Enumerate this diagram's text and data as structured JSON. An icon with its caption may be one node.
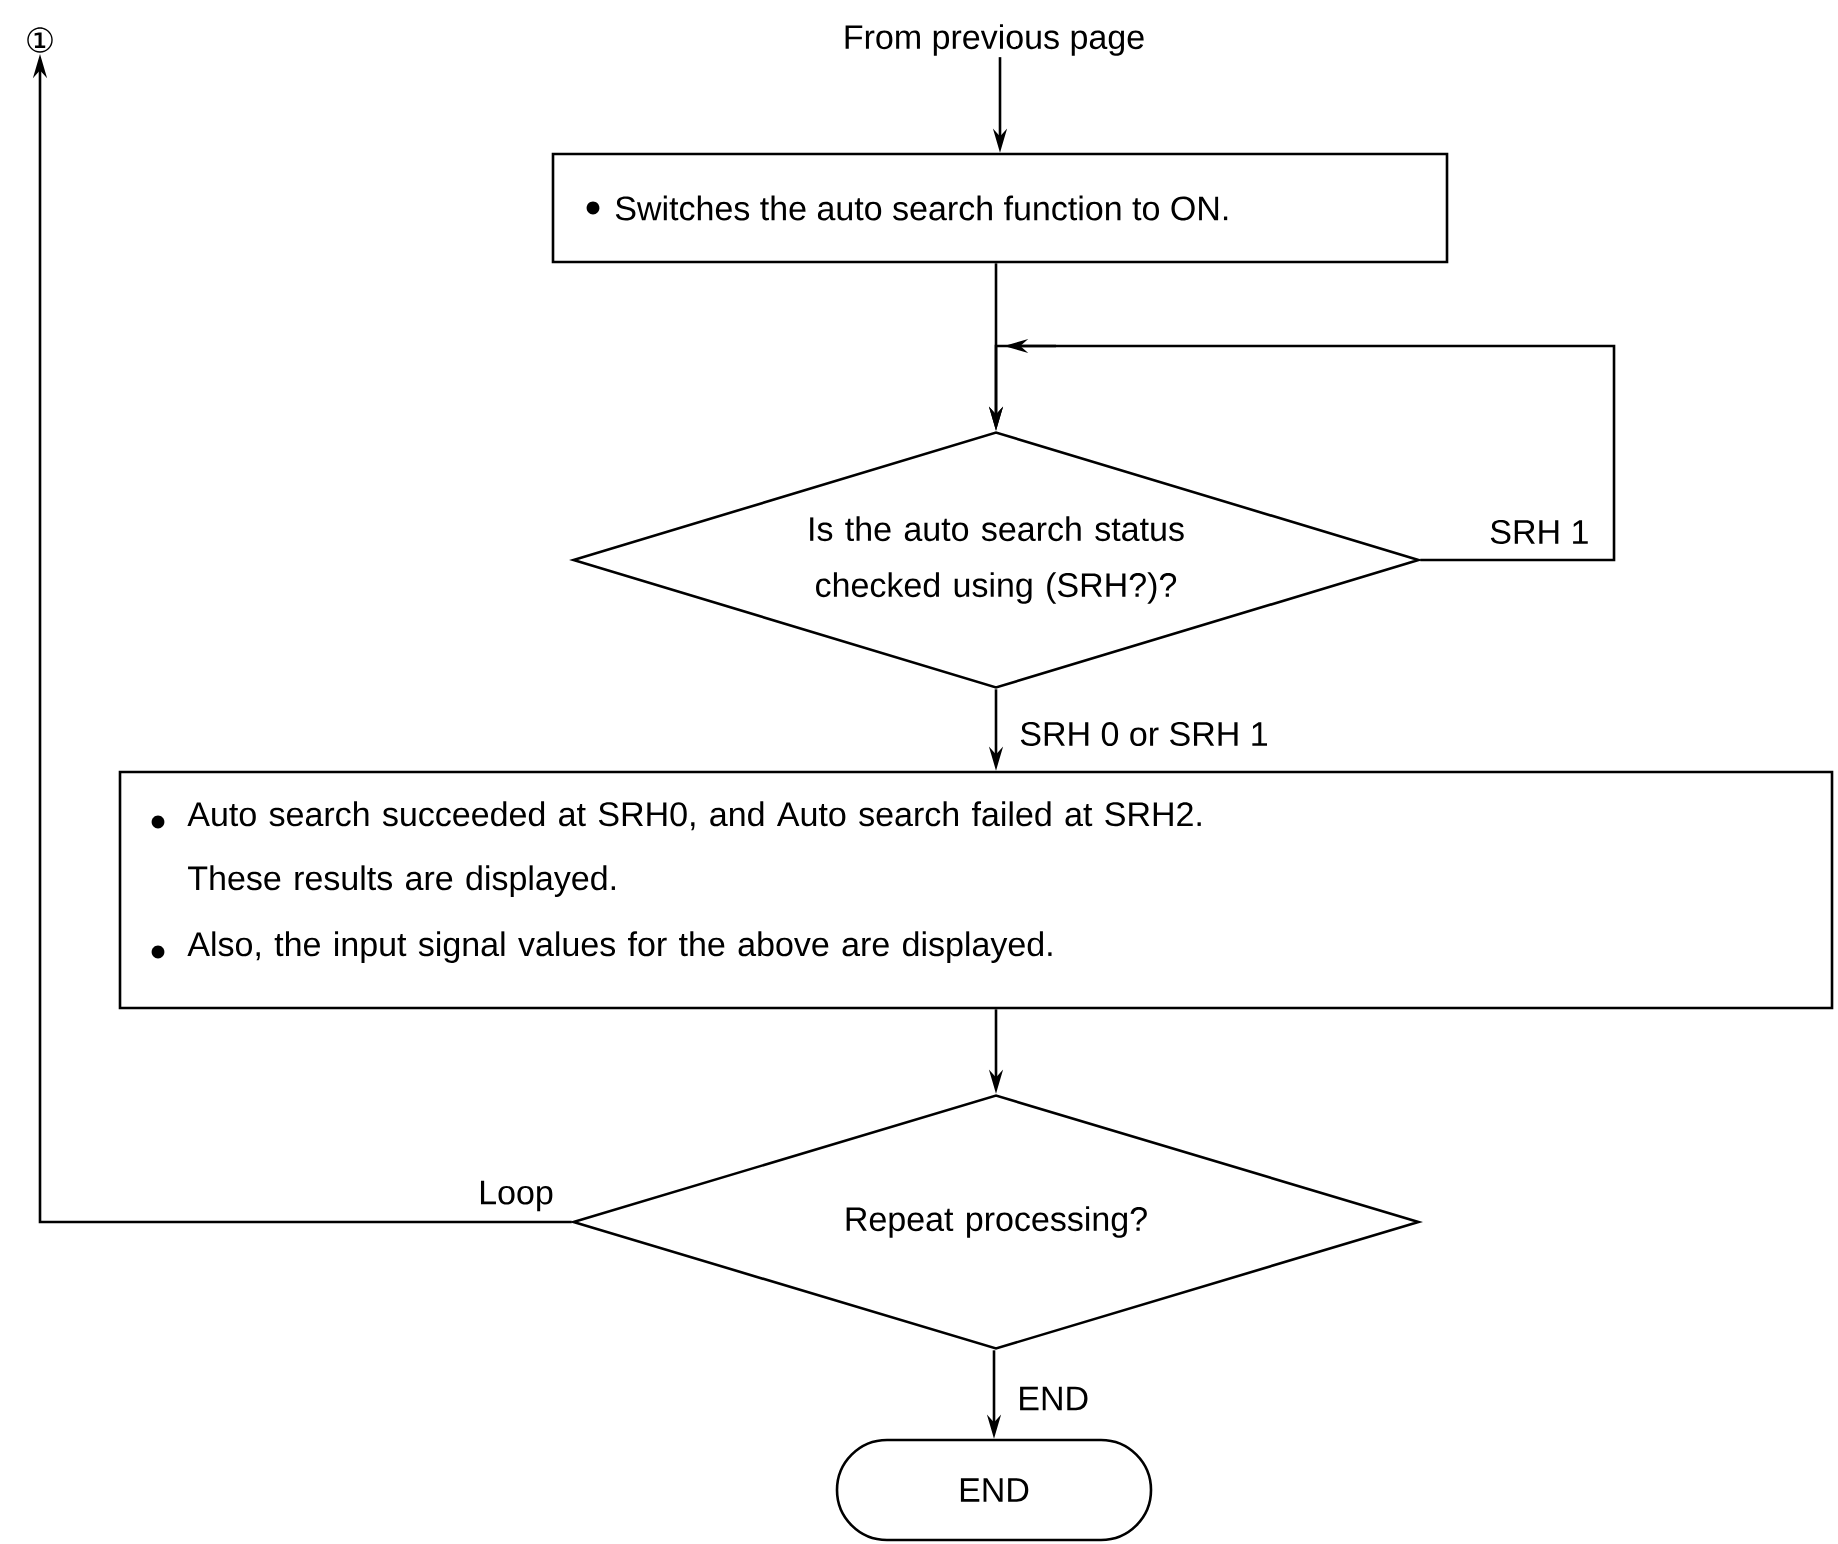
{
  "diagram": {
    "nodes": [
      {
        "text": [
          "From previous page"
        ]
      },
      {
        "text": [
          "Switches the auto search function to ON."
        ]
      },
      {
        "text": [
          "Is the auto search status checked using (SRH?)?"
        ]
      },
      {
        "text": [
          "Auto search succeeded at SRH0, and Auto search failed at SRH2. These results are displayed.",
          "Also, the input signal values for the above are displayed."
        ]
      },
      {
        "text": [
          "Repeat processing?"
        ]
      },
      {
        "text": [
          "END"
        ]
      },
      {
        "text": [
          "①"
        ]
      }
    ],
    "edges": [
      {
        "from": 0,
        "to": 1,
        "arrow": "to"
      },
      {
        "from": 1,
        "to": 2,
        "arrow": "to"
      },
      {
        "from": 2,
        "to": 2,
        "arrow": "to",
        "label": "SRH 1"
      },
      {
        "from": 2,
        "to": 3,
        "arrow": "to",
        "label": "SRH 0 or SRH 1"
      },
      {
        "from": 3,
        "to": 4,
        "arrow": "to"
      },
      {
        "from": 4,
        "to": 6,
        "arrow": "to",
        "label": "Loop"
      },
      {
        "from": 4,
        "to": 5,
        "arrow": "to",
        "label": "END"
      }
    ]
  }
}
